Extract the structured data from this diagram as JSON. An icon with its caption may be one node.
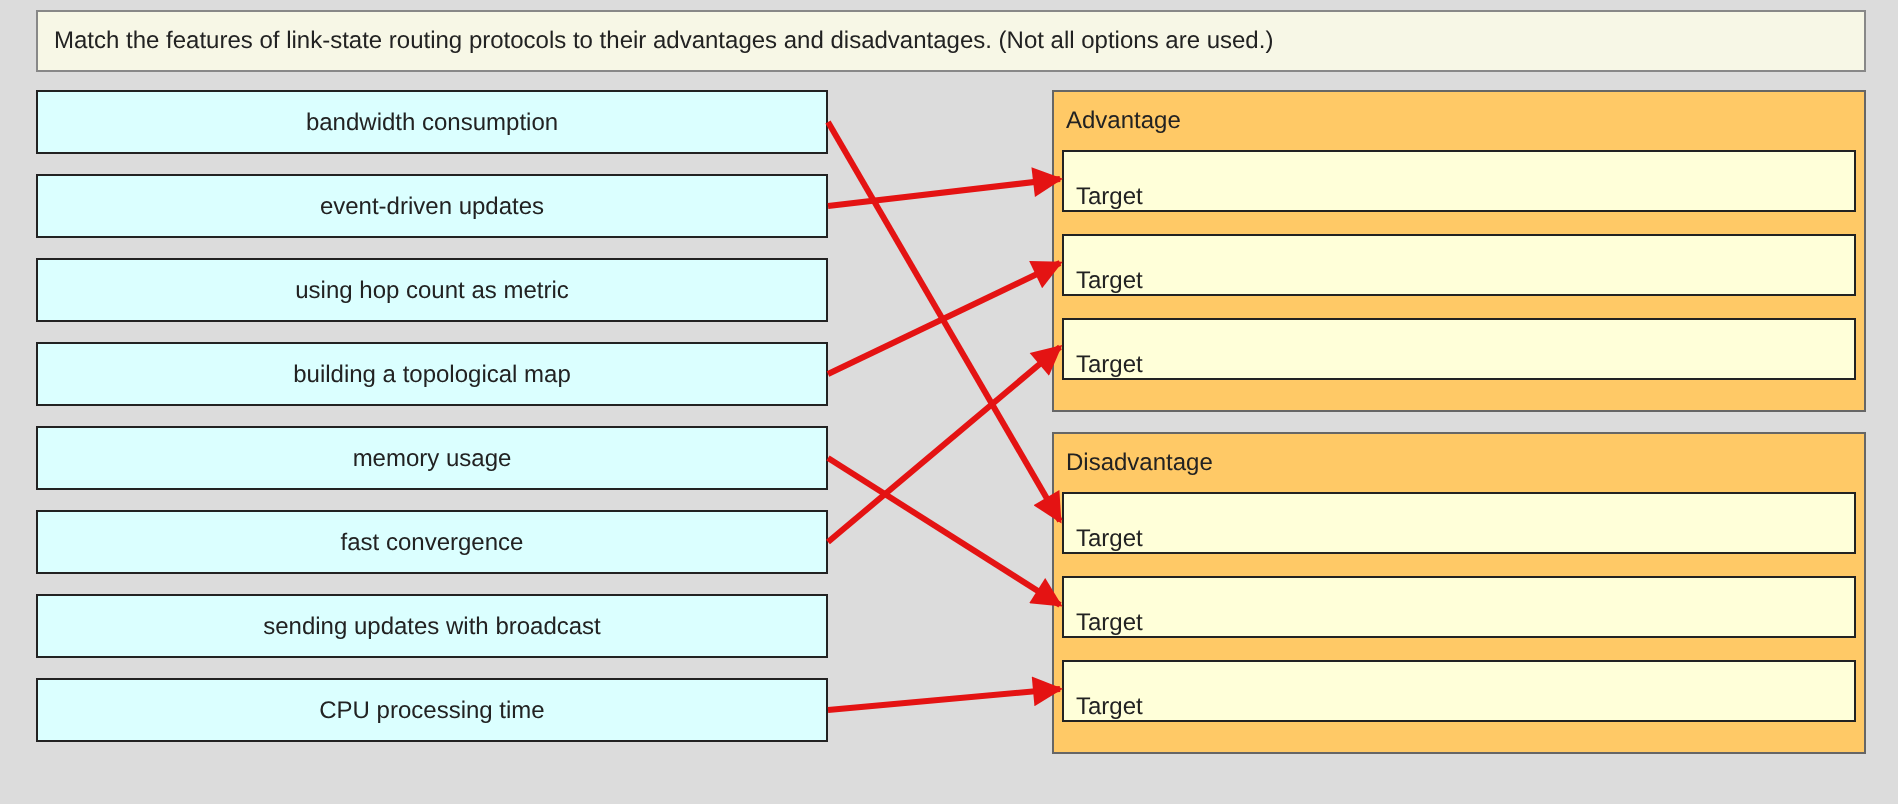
{
  "diagram": {
    "title": "Match the features of link-state routing protocols to their advantages and disadvantages. (Not all options are used.)",
    "nodes": [
      {
        "text": [
          "bandwidth consumption"
        ]
      },
      {
        "text": [
          "event-driven updates"
        ]
      },
      {
        "text": [
          "using hop count as metric"
        ]
      },
      {
        "text": [
          "building a topological map"
        ]
      },
      {
        "text": [
          "memory usage"
        ]
      },
      {
        "text": [
          "fast convergence"
        ]
      },
      {
        "text": [
          "sending updates with broadcast"
        ]
      },
      {
        "text": [
          "CPU processing time"
        ]
      },
      {
        "text": [
          "Advantage"
        ]
      },
      {
        "text": [
          "Target"
        ],
        "in": 8
      },
      {
        "text": [
          "Target"
        ],
        "in": 8
      },
      {
        "text": [
          "Target"
        ],
        "in": 8
      },
      {
        "text": [
          "Disadvantage"
        ]
      },
      {
        "text": [
          "Target"
        ],
        "in": 12
      },
      {
        "text": [
          "Target"
        ],
        "in": 12
      },
      {
        "text": [
          "Target"
        ],
        "in": 12
      }
    ],
    "edges": [
      {
        "from": 0,
        "to": 13,
        "arrow": "to"
      },
      {
        "from": 1,
        "to": 9,
        "arrow": "to"
      },
      {
        "from": 3,
        "to": 10,
        "arrow": "to"
      },
      {
        "from": 4,
        "to": 14,
        "arrow": "to"
      },
      {
        "from": 5,
        "to": 11,
        "arrow": "to"
      },
      {
        "from": 7,
        "to": 15,
        "arrow": "to"
      }
    ]
  }
}
